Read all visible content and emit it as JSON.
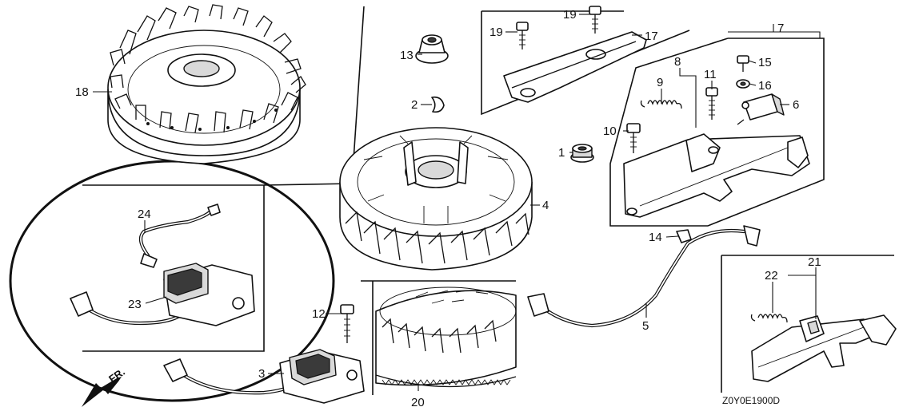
{
  "diagram": {
    "drawing_code": "Z0Y0E1900D",
    "direction_label": "FR.",
    "callouts": {
      "c1": "1",
      "c2": "2",
      "c3": "3",
      "c4": "4",
      "c5": "5",
      "c6": "6",
      "c7": "7",
      "c8": "8",
      "c9": "9",
      "c10": "10",
      "c11": "11",
      "c12": "12",
      "c13": "13",
      "c14": "14",
      "c15": "15",
      "c16": "16",
      "c17": "17",
      "c18": "18",
      "c19a": "19",
      "c19b": "19",
      "c20": "20",
      "c21": "21",
      "c22": "22",
      "c23": "23",
      "c24": "24"
    }
  }
}
